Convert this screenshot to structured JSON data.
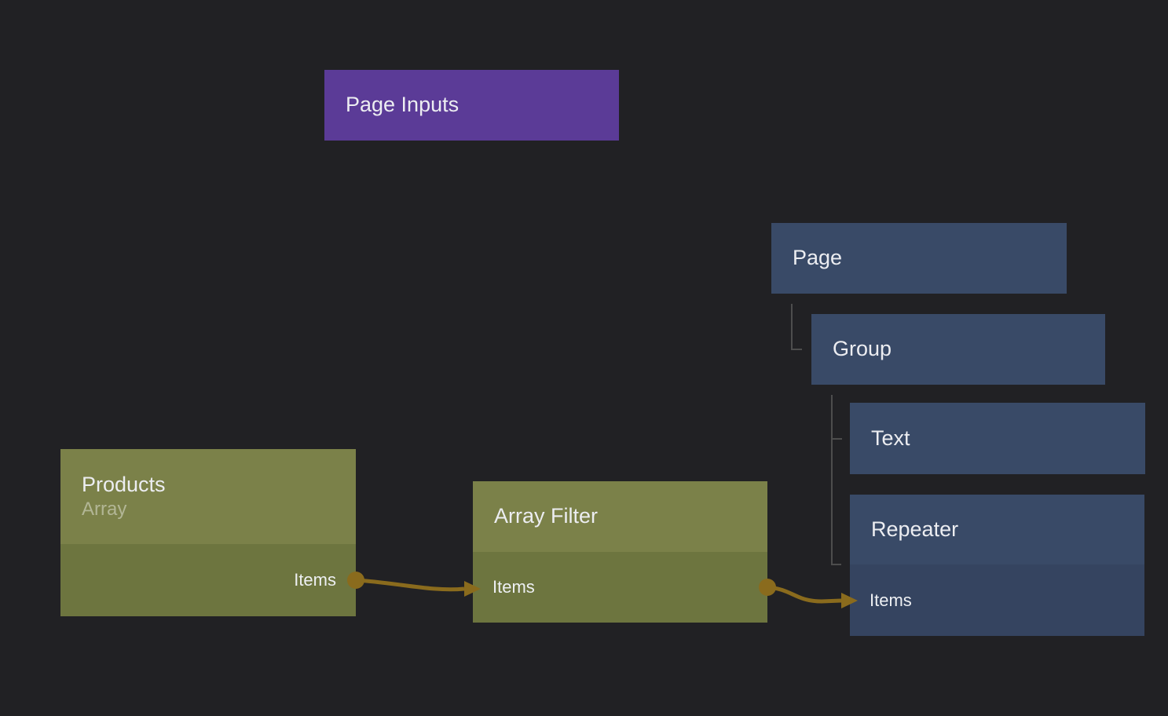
{
  "editor": {
    "background_color": "#212124",
    "colors": {
      "component_node": "#5B3B97",
      "visual_node_header": "#394A67",
      "visual_node_port_row": "#354460",
      "data_node_header": "#7B8149",
      "data_node_port_row": "#6D753F",
      "connection_wire": "#8A6B1D",
      "hierarchy_line": "#4D4D4D",
      "title_text": "#ECEDF1",
      "subtitle_text": "rgba(255,255,255,0.42)"
    }
  },
  "nodes": {
    "page_inputs": {
      "title": "Page Inputs"
    },
    "page": {
      "title": "Page"
    },
    "group": {
      "title": "Group"
    },
    "text": {
      "title": "Text"
    },
    "repeater": {
      "title": "Repeater",
      "port": {
        "label": "Items",
        "direction": "input"
      }
    },
    "products": {
      "title": "Products",
      "subtitle": "Array",
      "port": {
        "label": "Items",
        "direction": "output"
      }
    },
    "array_filter": {
      "title": "Array Filter",
      "port": {
        "label": "Items",
        "direction": "input-output"
      }
    }
  },
  "hierarchy": [
    {
      "parent": "Page",
      "child": "Group"
    },
    {
      "parent": "Group",
      "child": "Text"
    },
    {
      "parent": "Group",
      "child": "Repeater"
    }
  ],
  "connections": [
    {
      "from": "Products.Items",
      "to": "Array Filter.Items"
    },
    {
      "from": "Array Filter.Items",
      "to": "Repeater.Items"
    }
  ]
}
